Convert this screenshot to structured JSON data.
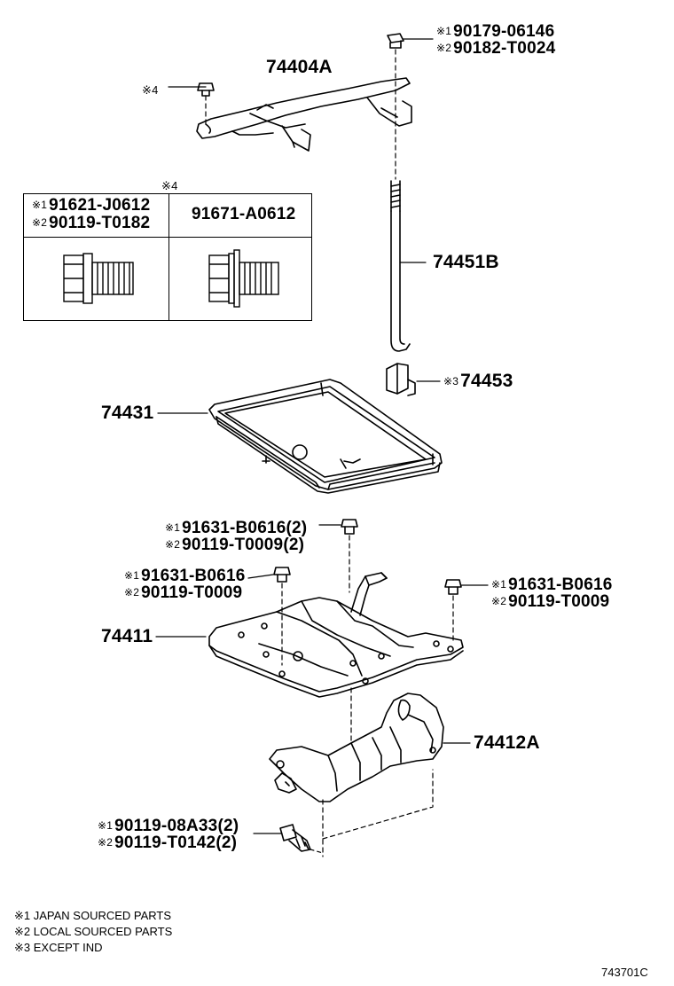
{
  "mark_1": "※1",
  "mark_2": "※2",
  "mark_3": "※3",
  "mark_4": "※4",
  "parts": {
    "bracket_upper": "74404A",
    "rod": "74451B",
    "clamp": "74453",
    "tray": "74431",
    "carrier": "74411",
    "support": "74412A"
  },
  "fasteners": {
    "top_nut_1": "90179-06146",
    "top_nut_2": "90182-T0024",
    "tray_bolt_a_1": "91631-B0616(2)",
    "tray_bolt_a_2": "90119-T0009(2)",
    "tray_bolt_b_1": "91631-B0616",
    "tray_bolt_b_2": "90119-T0009",
    "tray_bolt_c_1": "91631-B0616",
    "tray_bolt_c_2": "90119-T0009",
    "lower_bolt_1": "90119-08A33(2)",
    "lower_bolt_2": "90119-T0142(2)"
  },
  "table": {
    "header_mark": "※4",
    "left_1": "91621-J0612",
    "left_2": "90119-T0182",
    "right": "91671-A0612"
  },
  "legend": [
    "※1 JAPAN SOURCED PARTS",
    "※2 LOCAL SOURCED PARTS",
    "※3 EXCEPT IND"
  ],
  "figure_id": "743701C"
}
